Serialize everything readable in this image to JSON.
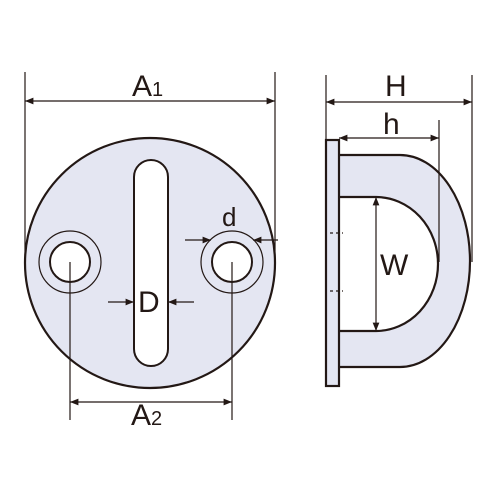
{
  "labels": {
    "a1": "A",
    "a1_sub": "1",
    "a2": "A",
    "a2_sub": "2",
    "d_small": "d",
    "d_large": "D",
    "h_upper": "H",
    "h_lower": "h",
    "w": "W"
  },
  "colors": {
    "part_fill": "#e4e6f2",
    "line": "#231815"
  }
}
